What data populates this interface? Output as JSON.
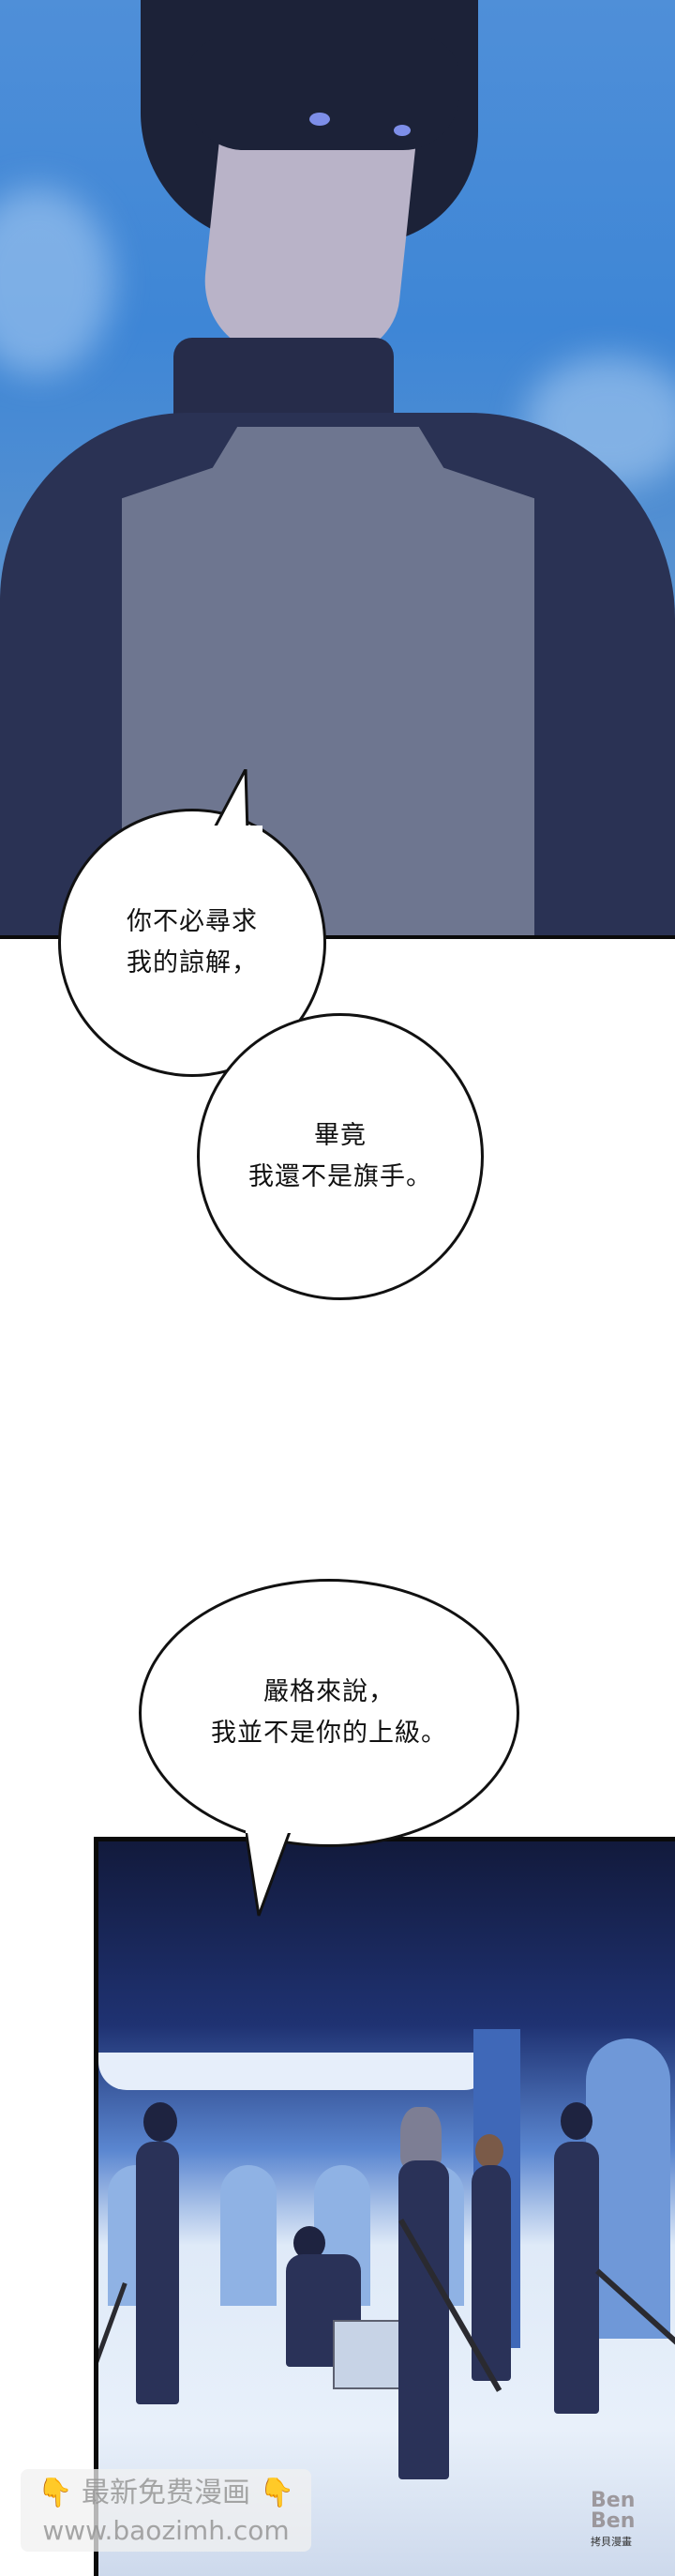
{
  "comic": {
    "panels": [
      {
        "id": "panel-1",
        "description": "Dark-haired young man in armor looking sideways against a blue sky",
        "colors": {
          "sky": "#3e86d6",
          "hair": "#1c2238",
          "armor": "#6e7690",
          "eyes": "#7d8ee8"
        }
      },
      {
        "id": "panel-2",
        "description": "White gutter with speech bubbles"
      },
      {
        "id": "panel-3",
        "description": "Group of armored trainees with swords in a bright courtyard, one seated on a bench",
        "colors": {
          "sky": "#1f3272",
          "arches": "#8fb2e4",
          "floor": "#e8f0fa"
        }
      }
    ],
    "bubbles": [
      {
        "id": "bubble-1",
        "lines": [
          "你不必尋求",
          "我的諒解，"
        ]
      },
      {
        "id": "bubble-2",
        "lines": [
          "畢竟",
          "我還不是旗手。"
        ]
      },
      {
        "id": "bubble-3",
        "lines": [
          "嚴格來說，",
          "我並不是你的上級。"
        ]
      }
    ]
  },
  "watermarks": {
    "left": {
      "hand_icon": "👇",
      "line1": "最新免费漫画",
      "line2": "www.baozimh.com"
    },
    "right": {
      "line1": "Ben",
      "line2": "Ben",
      "caption": "拷貝漫畫"
    }
  }
}
